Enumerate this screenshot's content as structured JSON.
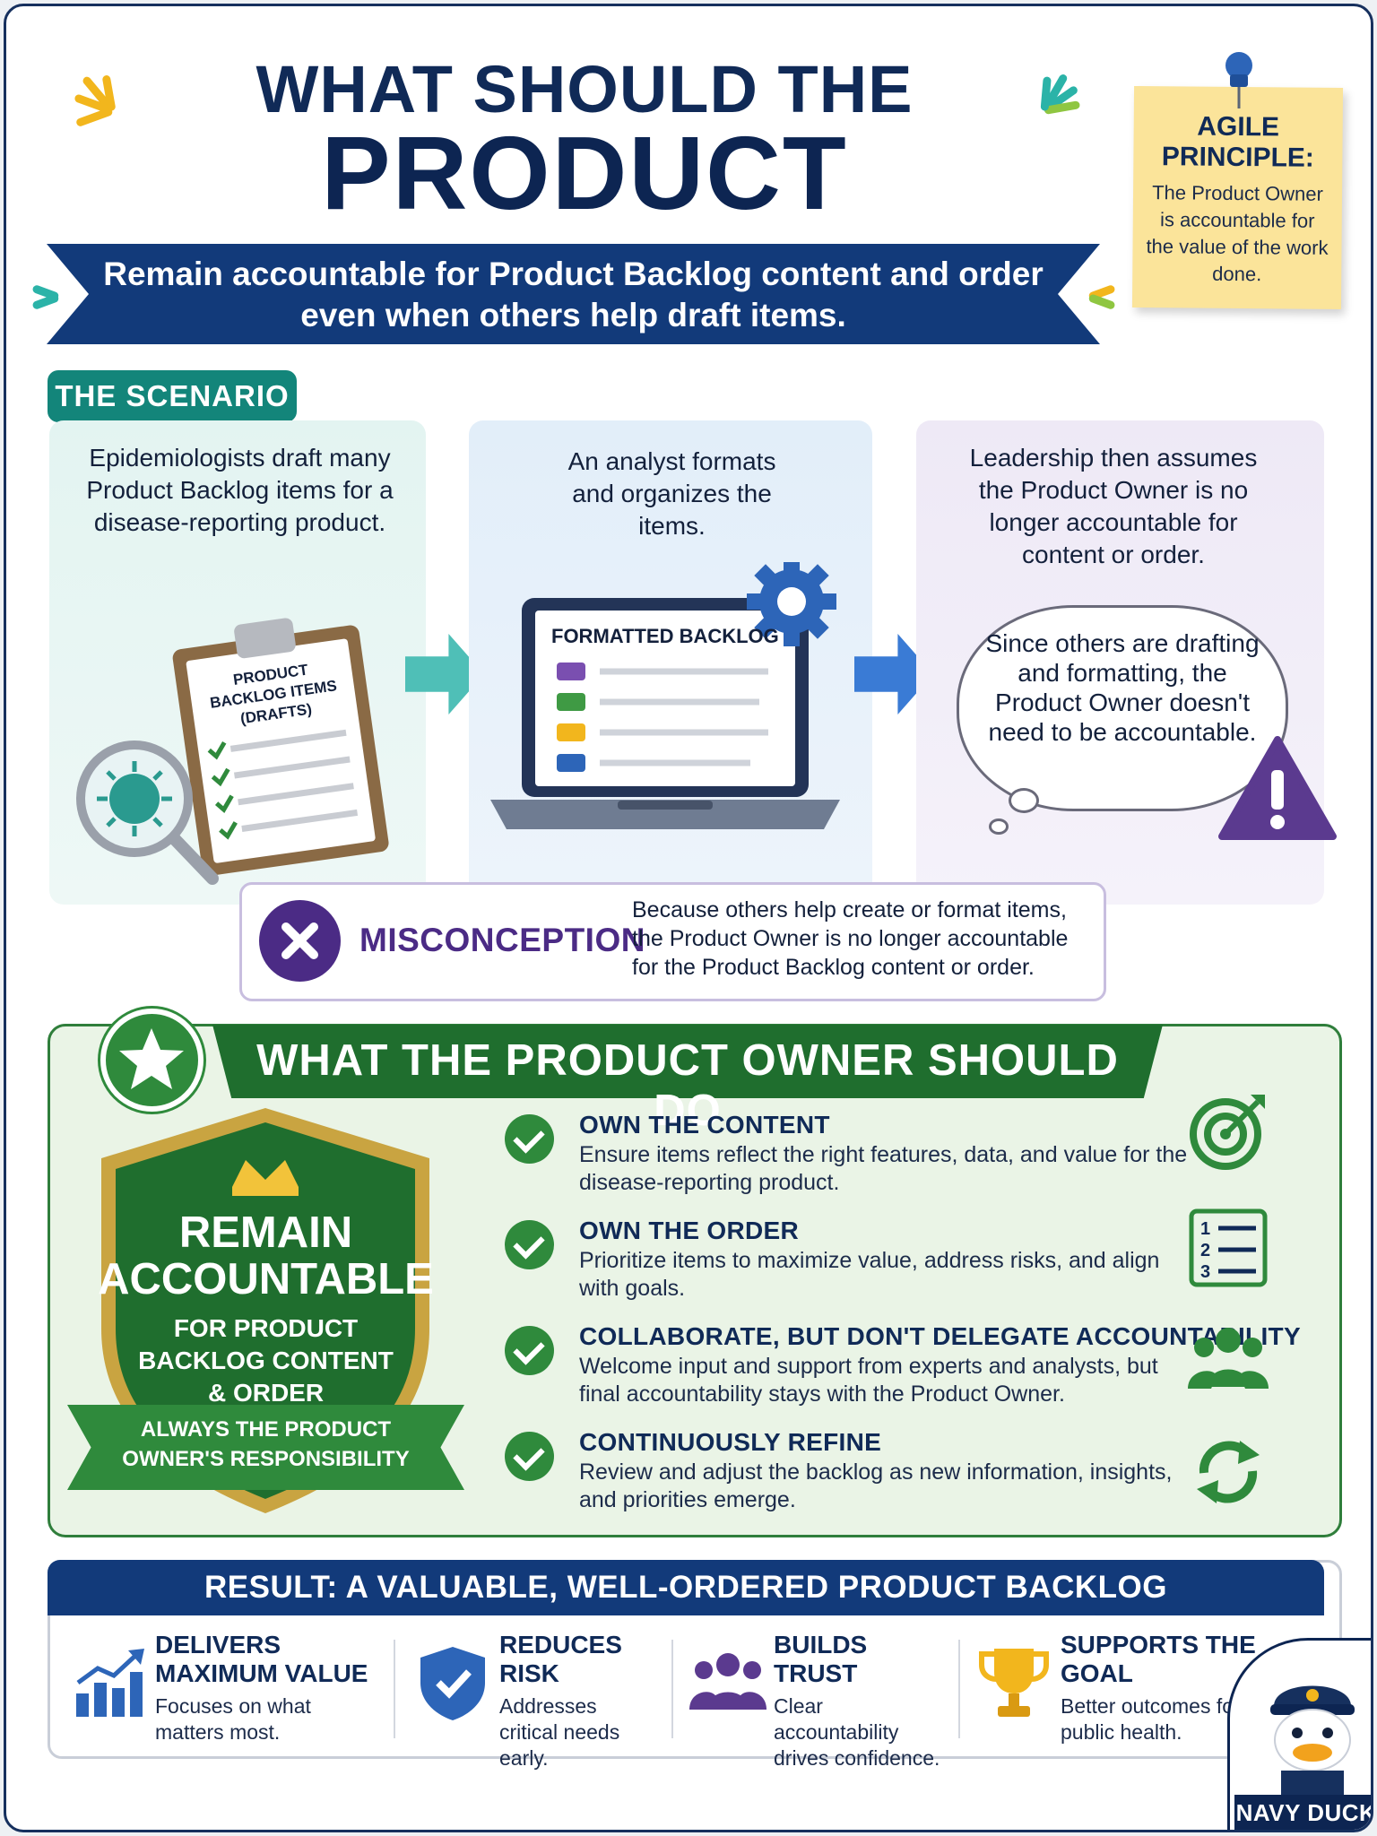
{
  "header": {
    "title_line1": "WHAT SHOULD THE",
    "title_line2": "PRODUCT OWNER DO?",
    "banner_text": "Remain accountable for Product Backlog content and order even when others help draft items."
  },
  "sticky_note": {
    "title": "AGILE PRINCIPLE:",
    "body": "The Product Owner is accountable for the value of the work done."
  },
  "scenario": {
    "tab_label": "THE SCENARIO",
    "panels": [
      {
        "text": "Epidemiologists draft many Product Backlog items for a disease-reporting product.",
        "clipboard_title": "PRODUCT BACKLOG ITEMS (DRAFTS)"
      },
      {
        "text": "An analyst formats and organizes the items.",
        "screen_title": "FORMATTED BACKLOG"
      },
      {
        "text": "Leadership then assumes the Product Owner is no longer accountable for content or order.",
        "thought": "Since others are drafting and formatting, the Product Owner doesn't need to be accountable."
      }
    ]
  },
  "misconception": {
    "label": "MISCONCEPTION",
    "text": "Because others help create or format items, the Product Owner is no longer accountable for the Product Backlog content or order."
  },
  "should_do": {
    "title": "WHAT THE PRODUCT OWNER SHOULD DO",
    "shield": {
      "line1": "REMAIN",
      "line2": "ACCOUNTABLE",
      "sub": "FOR PRODUCT BACKLOG CONTENT & ORDER",
      "ribbon": "ALWAYS THE PRODUCT OWNER'S RESPONSIBILITY"
    },
    "items": [
      {
        "title": "OWN THE CONTENT",
        "desc": "Ensure items reflect the right features, data, and value for the disease-reporting product.",
        "icon": "target-icon"
      },
      {
        "title": "OWN THE ORDER",
        "desc": "Prioritize items to maximize value, address risks, and align with goals.",
        "icon": "numbered-list-icon"
      },
      {
        "title": "COLLABORATE, BUT DON'T DELEGATE ACCOUNTABILITY",
        "desc": "Welcome input and support from experts and analysts, but final accountability stays with the Product Owner.",
        "icon": "team-icon"
      },
      {
        "title": "CONTINUOUSLY REFINE",
        "desc": "Review and adjust the backlog as new information, insights, and priorities emerge.",
        "icon": "refresh-icon"
      }
    ]
  },
  "result": {
    "heading": "RESULT: A VALUABLE, WELL-ORDERED PRODUCT BACKLOG",
    "items": [
      {
        "title": "DELIVERS MAXIMUM VALUE",
        "desc": "Focuses on what matters most.",
        "icon": "growth-chart-icon"
      },
      {
        "title": "REDUCES RISK",
        "desc": "Addresses critical needs early.",
        "icon": "shield-check-icon"
      },
      {
        "title": "BUILDS TRUST",
        "desc": "Clear accountability drives confidence.",
        "icon": "people-icon"
      },
      {
        "title": "SUPPORTS THE GOAL",
        "desc": "Better outcomes for public health.",
        "icon": "trophy-icon"
      }
    ]
  },
  "mascot": {
    "label": "NAVY DUCK"
  },
  "colors": {
    "navy": "#123a7a",
    "teal": "#13857a",
    "green": "#2f8a3c",
    "purple": "#4b2b85",
    "sticky": "#fbe49a"
  }
}
